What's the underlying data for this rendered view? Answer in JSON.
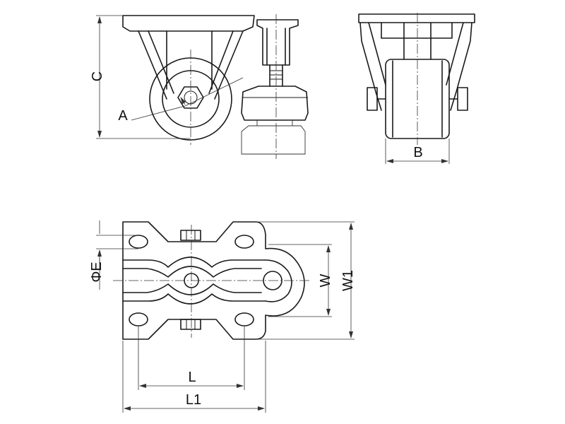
{
  "labels": {
    "A": "A",
    "B": "B",
    "C": "C",
    "E": "ΦE",
    "W": "W",
    "W1": "W1",
    "L": "L",
    "L1": "L1"
  }
}
